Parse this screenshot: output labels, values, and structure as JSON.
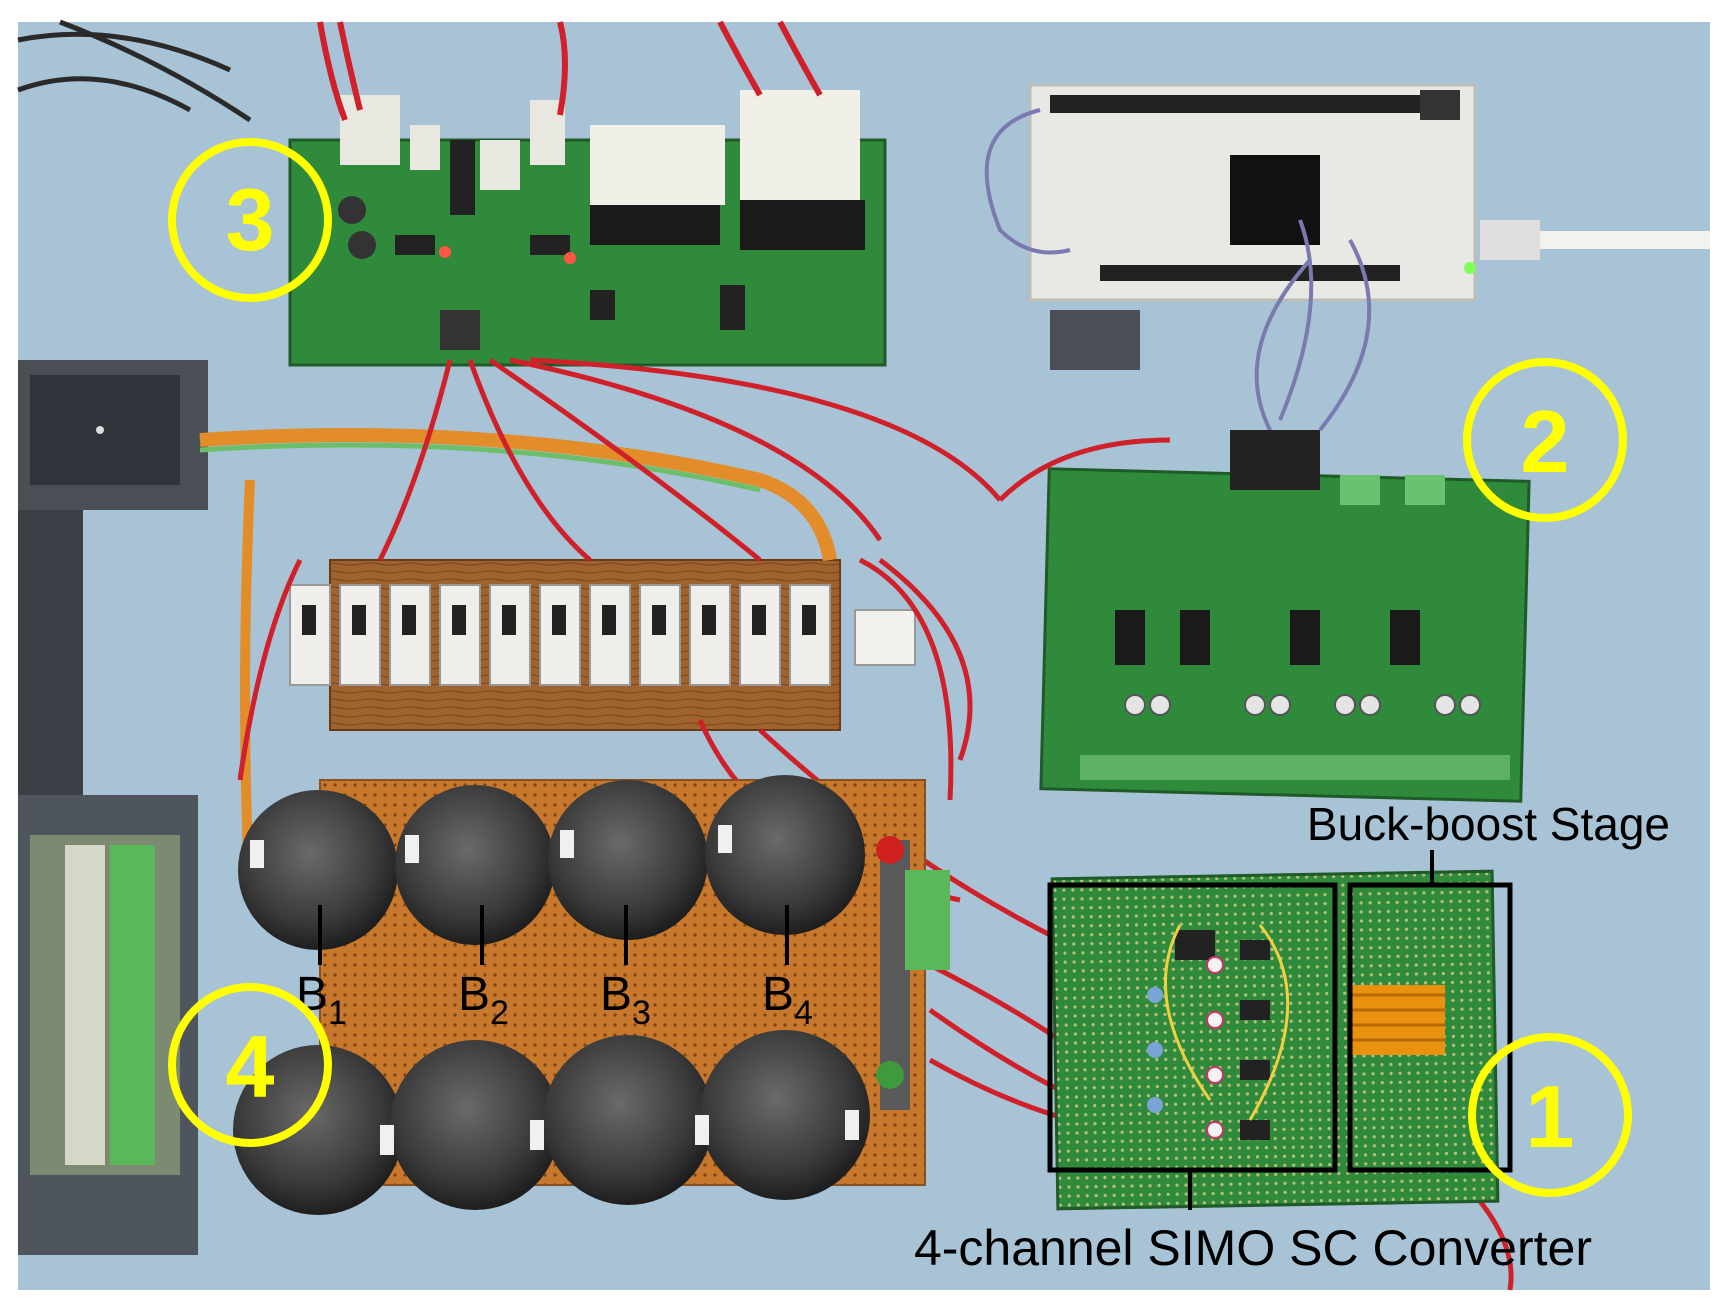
{
  "markers": {
    "m1": "1",
    "m2": "2",
    "m3": "3",
    "m4": "4"
  },
  "batteries": [
    {
      "main": "B",
      "sub": "1"
    },
    {
      "main": "B",
      "sub": "2"
    },
    {
      "main": "B",
      "sub": "3"
    },
    {
      "main": "B",
      "sub": "4"
    }
  ],
  "labels": {
    "buck_boost": "Buck-boost Stage",
    "simo": "4-channel SIMO SC Converter"
  },
  "colors": {
    "marker": "#ffff00",
    "background": "#a9c3d6",
    "pcb_green": "#2f8a3c",
    "wire_red": "#d0202a",
    "perfboard": "#c8782c",
    "capacitor": "#2e2e2e"
  }
}
